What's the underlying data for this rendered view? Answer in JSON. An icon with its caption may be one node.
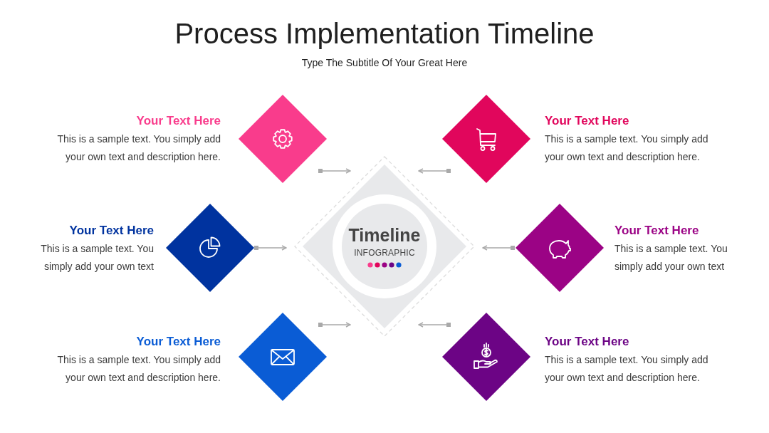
{
  "diagram": {
    "title": "Process Implementation Timeline",
    "nodes": [
      {
        "text": [
          "Your Text Here",
          "This is a sample text. You simply add your own text and description here."
        ]
      },
      {
        "text": [
          "Your Text Here",
          "This is a sample text. You simply add your own text and description here."
        ]
      },
      {
        "text": [
          "Your Text Here",
          "This is a sample text. You simply add your own text"
        ]
      },
      {
        "text": [
          "Timeline",
          "INFOGRAPHIC"
        ]
      },
      {
        "text": [
          "Your Text Here",
          "This is a sample text. You simply add your own text"
        ]
      },
      {
        "text": [
          "Your Text Here",
          "This is a sample text. You simply add your own text and description here."
        ]
      },
      {
        "text": [
          "Your Text Here",
          "This is a sample text. You simply add your own text and description here."
        ]
      }
    ],
    "edges": [
      {
        "from": 0,
        "to": 3,
        "arrow": "to"
      },
      {
        "from": 1,
        "to": 3,
        "arrow": "to"
      },
      {
        "from": 2,
        "to": 3,
        "arrow": "to"
      },
      {
        "from": 4,
        "to": 3,
        "arrow": "to"
      },
      {
        "from": 5,
        "to": 3,
        "arrow": "to"
      },
      {
        "from": 6,
        "to": 3,
        "arrow": "to"
      }
    ],
    "labels": [
      "Type The Subtitle Of Your Great Here"
    ]
  }
}
